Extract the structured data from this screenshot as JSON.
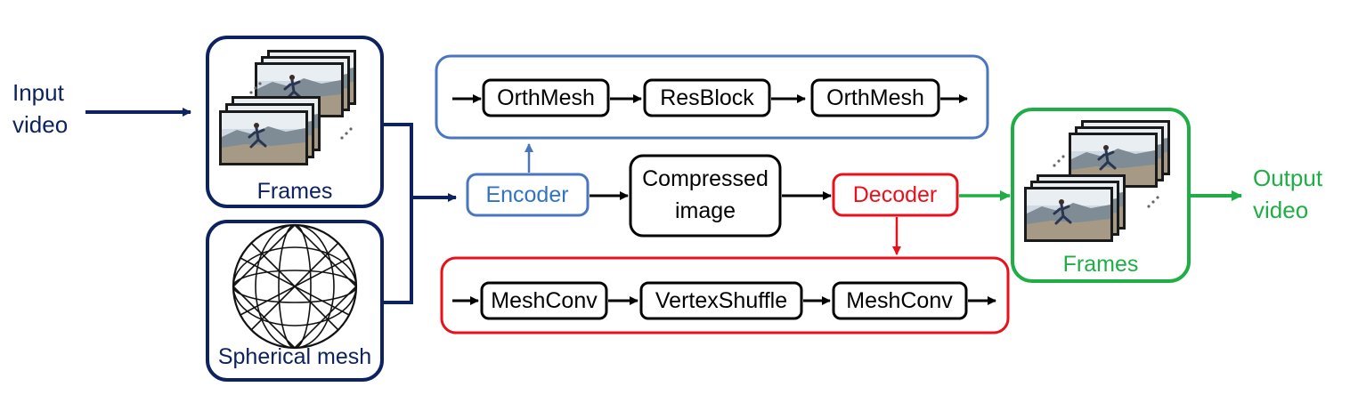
{
  "input": {
    "line1": "Input",
    "line2": "video"
  },
  "output": {
    "line1": "Output",
    "line2": "video"
  },
  "frames_input_label": "Frames",
  "mesh_label": "Spherical mesh",
  "encoder": {
    "label": "Encoder",
    "blocks": [
      "OrthMesh",
      "ResBlock",
      "OrthMesh"
    ]
  },
  "compressed": {
    "line1": "Compressed",
    "line2": "image"
  },
  "decoder": {
    "label": "Decoder",
    "blocks": [
      "MeshConv",
      "VertexShuffle",
      "MeshConv"
    ]
  },
  "frames_output_label": "Frames",
  "colors": {
    "navy": "#0d2260",
    "blue": "#4a76c0",
    "red": "#e8101a",
    "green": "#1fae45"
  }
}
